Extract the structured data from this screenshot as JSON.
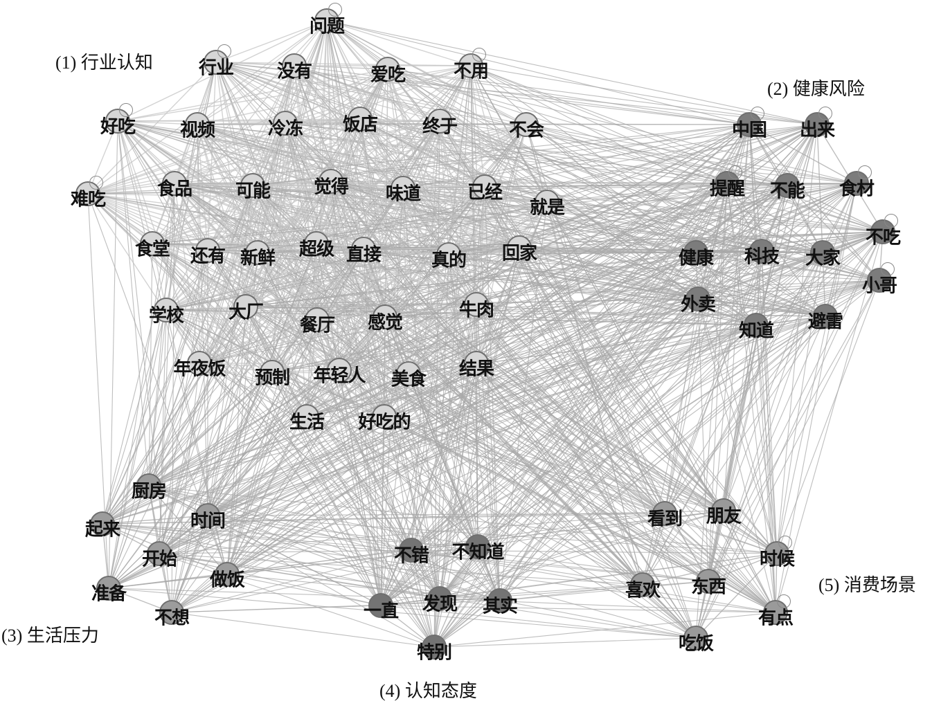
{
  "clusters": [
    {
      "label": "(1) 行业认知",
      "color": "#d6d6d6",
      "nodes": [
        "问题",
        "行业",
        "没有",
        "爱吃",
        "不用",
        "好吃",
        "视频",
        "冷冻",
        "饭店",
        "终于",
        "不会",
        "难吃",
        "食品",
        "可能",
        "觉得",
        "味道",
        "已经",
        "就是",
        "食堂",
        "还有",
        "新鲜",
        "超级",
        "直接",
        "真的",
        "回家",
        "学校",
        "大厂",
        "餐厅",
        "感觉",
        "牛肉",
        "年夜饭",
        "预制",
        "年轻人",
        "美食",
        "结果",
        "生活",
        "好吃的"
      ]
    },
    {
      "label": "(2) 健康风险",
      "color": "#7c7c7c",
      "nodes": [
        "中国",
        "出来",
        "提醒",
        "不能",
        "食材",
        "不吃",
        "健康",
        "科技",
        "大家",
        "小哥",
        "外卖",
        "知道",
        "避雷"
      ]
    },
    {
      "label": "(3) 生活压力",
      "color": "#9c9c9c",
      "nodes": [
        "厨房",
        "起来",
        "时间",
        "开始",
        "做饭",
        "准备",
        "不想"
      ]
    },
    {
      "label": "(4) 认知态度",
      "color": "#747474",
      "nodes": [
        "不错",
        "不知道",
        "一直",
        "发现",
        "其实",
        "特别"
      ]
    },
    {
      "label": "(5) 消费场景",
      "color": "#9a9a9a",
      "nodes": [
        "看到",
        "朋友",
        "时候",
        "喜欢",
        "东西",
        "有点",
        "吃饭"
      ]
    }
  ],
  "edge_color": "#a8a8a8"
}
